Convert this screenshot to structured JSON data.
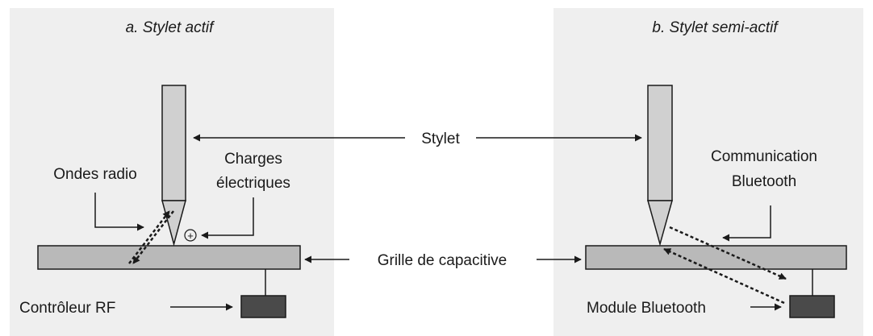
{
  "panels": {
    "a": {
      "title": "a. Stylet actif",
      "labels": {
        "radio_waves": "Ondes radio",
        "charges_line1": "Charges",
        "charges_line2": "électriques",
        "controller": "Contrôleur RF"
      }
    },
    "b": {
      "title": "b. Stylet semi-actif",
      "labels": {
        "comm_line1": "Communication",
        "comm_line2": "Bluetooth",
        "module": "Module Bluetooth"
      }
    }
  },
  "shared_labels": {
    "stylus": "Stylet",
    "capacitive_grid": "Grille de capacitive"
  },
  "symbols": {
    "positive_charge": "+"
  },
  "colors": {
    "panel_bg": "#efefef",
    "stylus_fill": "#d0d0d0",
    "grid_fill": "#b9b9b9",
    "device_fill": "#4a4a4a",
    "stroke": "#1a1a1a"
  }
}
